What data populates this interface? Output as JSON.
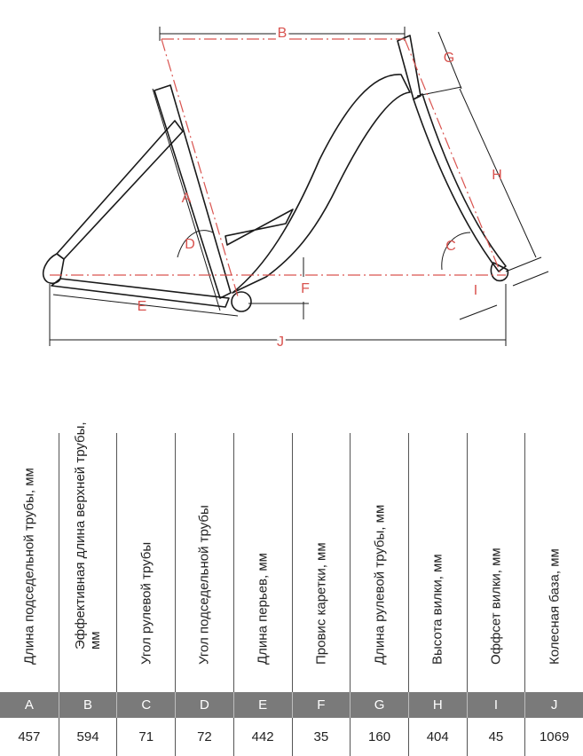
{
  "diagram": {
    "labels": {
      "A": "A",
      "B": "B",
      "C": "C",
      "D": "D",
      "E": "E",
      "F": "F",
      "G": "G",
      "H": "H",
      "I": "I",
      "J": "J"
    },
    "colors": {
      "frame": "#1a1a1a",
      "dimension": "#d9534f"
    }
  },
  "table": {
    "headers": [
      "Длина подседельной трубы,  мм",
      "Эффективная длина верхней трубы,  мм",
      "Угол рулевой трубы",
      "Угол подседельной трубы",
      "Длина перьев,  мм",
      "Провис каретки,  мм",
      "Длина рулевой трубы,  мм",
      "Высота вилки,  мм",
      "Оффсет вилки,  мм",
      "Колесная база,  мм"
    ],
    "letters": [
      "A",
      "B",
      "C",
      "D",
      "E",
      "F",
      "G",
      "H",
      "I",
      "J"
    ],
    "values": [
      "457",
      "594",
      "71",
      "72",
      "442",
      "35",
      "160",
      "404",
      "45",
      "1069"
    ],
    "colors": {
      "letter_band": "#7a7a7a",
      "letter_text": "#ffffff"
    }
  }
}
